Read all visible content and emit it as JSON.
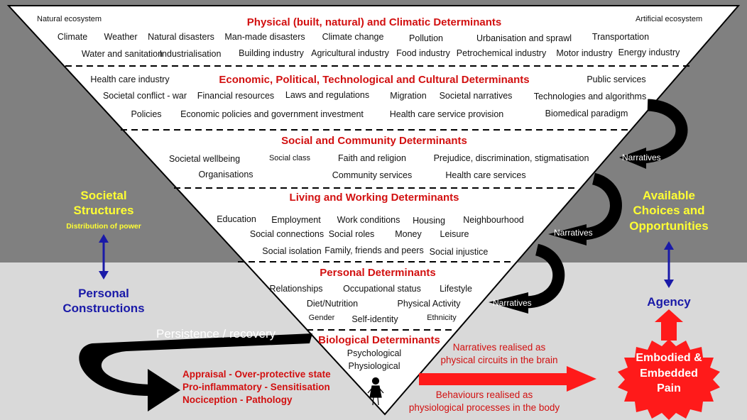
{
  "corners": {
    "natural": "Natural ecosystem",
    "artificial": "Artificial  ecosystem"
  },
  "layers": {
    "physical": {
      "title": "Physical (built, natural) and Climatic Determinants",
      "row1": [
        "Climate",
        "Weather",
        "Natural disasters",
        "Man-made disasters",
        "Climate change",
        "Pollution",
        "Urbanisation and sprawl",
        "Transportation"
      ],
      "row2": [
        "Water and sanitation",
        "Industrialisation",
        "Building industry",
        "Agricultural industry",
        "Food industry",
        "Petrochemical industry",
        "Motor  industry",
        "Energy industry"
      ]
    },
    "economic": {
      "title": "Economic, Political, Technological and Cultural Determinants",
      "row1": [
        "Health care industry",
        "Public services"
      ],
      "row2": [
        "Societal conflict - war",
        "Financial resources",
        "Laws and regulations",
        "Migration",
        "Societal narratives",
        "Technologies and algorithms"
      ],
      "row3": [
        "Policies",
        "Economic policies and government investment",
        "Health care service provision",
        "Biomedical paradigm"
      ]
    },
    "social": {
      "title": "Social and Community Determinants",
      "row1": [
        "Societal wellbeing",
        "Social class",
        "Faith and religion",
        "Prejudice, discrimination, stigmatisation"
      ],
      "row2": [
        "Organisations",
        "Community services",
        "Health care  services"
      ]
    },
    "living": {
      "title": "Living and Working Determinants",
      "row1": [
        "Education",
        "Employment",
        "Work conditions",
        "Housing",
        "Neighbourhood"
      ],
      "row2": [
        "Social connections",
        "Social roles",
        "Money",
        "Leisure"
      ],
      "row3": [
        "Social isolation",
        "Family, friends and peers",
        "Social injustice"
      ]
    },
    "personal": {
      "title": "Personal Determinants",
      "row1": [
        "Relationships",
        "Occupational status",
        "Lifestyle"
      ],
      "row2": [
        "Diet/Nutrition",
        "Physical Activity"
      ],
      "row3": [
        "Gender",
        "Self-identity",
        "Ethnicity"
      ]
    },
    "biological": {
      "title": "Biological Determinants",
      "items": [
        "Psychological",
        "Physiological"
      ]
    }
  },
  "left": {
    "structures": "Societal Structures",
    "power": "Distribution of power",
    "constructions": "Personal Constructions"
  },
  "right": {
    "choices": "Available Choices and Opportunities",
    "agency": "Agency"
  },
  "narratives": [
    "Narratives",
    "Narratives",
    "Narratives"
  ],
  "persistence": "Persistence / recovery",
  "processes": [
    "Appraisal  - Over-protective state",
    "Pro-inflammatory - Sensitisation",
    "Nociception - Pathology"
  ],
  "brain": [
    "Narratives realised as",
    "physical circuits in the brain"
  ],
  "body": [
    "Behaviours realised as",
    "physiological processes in the body"
  ],
  "pain": [
    "Embodied &",
    "Embedded",
    "Pain"
  ],
  "colors": {
    "heading": "#d21010",
    "yellow": "#ffff33",
    "blue": "#1a1aa8",
    "arrow_red": "#ff1a1a"
  }
}
